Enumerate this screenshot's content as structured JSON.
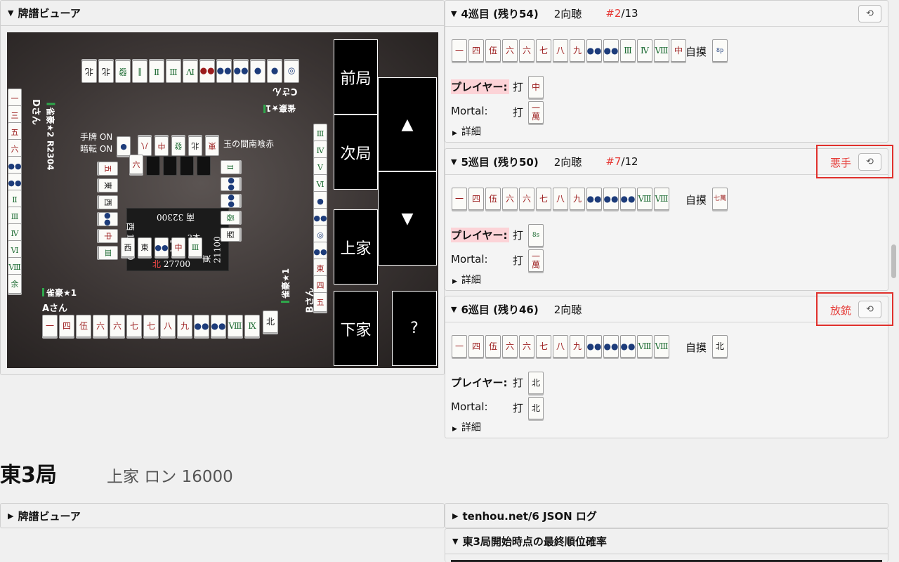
{
  "viewer": {
    "title": "牌譜ビューア"
  },
  "board": {
    "north": {
      "name": "Cさん",
      "rank": "雀豪★1"
    },
    "west": {
      "name": "Dさん",
      "rank": "雀豪★2 R2304"
    },
    "south": {
      "name": "Aさん",
      "rank": "雀豪★1"
    },
    "east": {
      "name": "Bさん",
      "rank": "雀豪★1"
    },
    "status_hand": "手牌 ON",
    "status_ankan": "暗転 ON",
    "rule": "玉の間南喰赤",
    "center": {
      "round": "東2",
      "honba": "2本",
      "kyotaku": "1供",
      "score_top_wind": "南",
      "score_top": "32300",
      "score_left_wind": "西",
      "score_left": "17900",
      "score_right_wind": "東",
      "score_right": "21100",
      "score_bottom_wind": "北",
      "score_bottom": "27700"
    }
  },
  "nav": {
    "prev": "前局",
    "next": "次局",
    "up": "▲",
    "down": "▼",
    "kamicha": "上家",
    "shimocha": "下家",
    "help": "?"
  },
  "rounds": [
    {
      "title": "4巡目 (残り54)",
      "shanten": "2向聴",
      "rank": "#2",
      "total": "/13",
      "mistake": "",
      "tsumo_label": "自摸",
      "tsumo": "8p",
      "player_label": "プレイヤー:",
      "da": "打",
      "player_discard": "中",
      "mortal_label": "Mortal:",
      "mortal_discard": "一萬",
      "details": "詳細"
    },
    {
      "title": "5巡目 (残り50)",
      "shanten": "2向聴",
      "rank": "#7",
      "total": "/12",
      "mistake": "悪手",
      "tsumo_label": "自摸",
      "tsumo": "七萬",
      "player_label": "プレイヤー:",
      "da": "打",
      "player_discard": "8s",
      "mortal_label": "Mortal:",
      "mortal_discard": "一萬",
      "details": "詳細"
    },
    {
      "title": "6巡目 (残り46)",
      "shanten": "2向聴",
      "rank": "",
      "total": "",
      "mistake": "放銃",
      "tsumo_label": "自摸",
      "tsumo": "北",
      "player_label": "プレイヤー:",
      "da": "打",
      "player_discard": "北",
      "mortal_label": "Mortal:",
      "mortal_discard": "北",
      "details": "詳細"
    }
  ],
  "next_kyoku": {
    "title": "東3局",
    "result": "上家 ロン 16000"
  },
  "viewer2": {
    "title": "牌譜ビューア"
  },
  "json_log": {
    "title": "tenhou.net/6 JSON ログ"
  },
  "prob": {
    "title": "東3局開始時点の最終順位確率"
  },
  "colors": {
    "accent_red": "#e53935",
    "highlight_pink": "#fcd3d7",
    "board_bg": "#3a3433"
  }
}
